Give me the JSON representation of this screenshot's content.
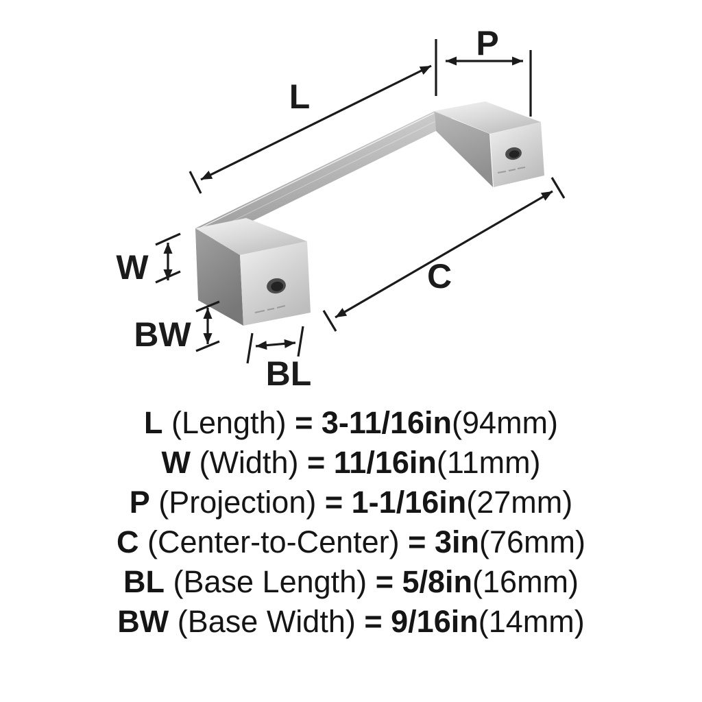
{
  "diagram": {
    "title": "cabinet-pull-dimension-diagram",
    "dim_labels": {
      "L": "L",
      "P": "P",
      "C": "C",
      "W": "W",
      "BW": "BW",
      "BL": "BL"
    },
    "colors": {
      "line": "#1b1b1b",
      "metal_light": "#f2f2f2",
      "metal_mid": "#c6c6c6",
      "metal_dark": "#7d7d7d",
      "background": "#ffffff"
    }
  },
  "specs": [
    {
      "abbr": "L",
      "label": "(Length)",
      "equals": "=",
      "value": "3-11/16in",
      "metric": "(94mm)"
    },
    {
      "abbr": "W",
      "label": "(Width)",
      "equals": "=",
      "value": "11/16in",
      "metric": "(11mm)"
    },
    {
      "abbr": "P",
      "label": "(Projection)",
      "equals": "=",
      "value": "1-1/16in",
      "metric": "(27mm)"
    },
    {
      "abbr": "C",
      "label": "(Center-to-Center)",
      "equals": "=",
      "value": "3in",
      "metric": "(76mm)"
    },
    {
      "abbr": "BL",
      "label": "(Base Length)",
      "equals": "=",
      "value": "5/8in",
      "metric": "(16mm)"
    },
    {
      "abbr": "BW",
      "label": "(Base Width)",
      "equals": "=",
      "value": "9/16in",
      "metric": "(14mm)"
    }
  ]
}
